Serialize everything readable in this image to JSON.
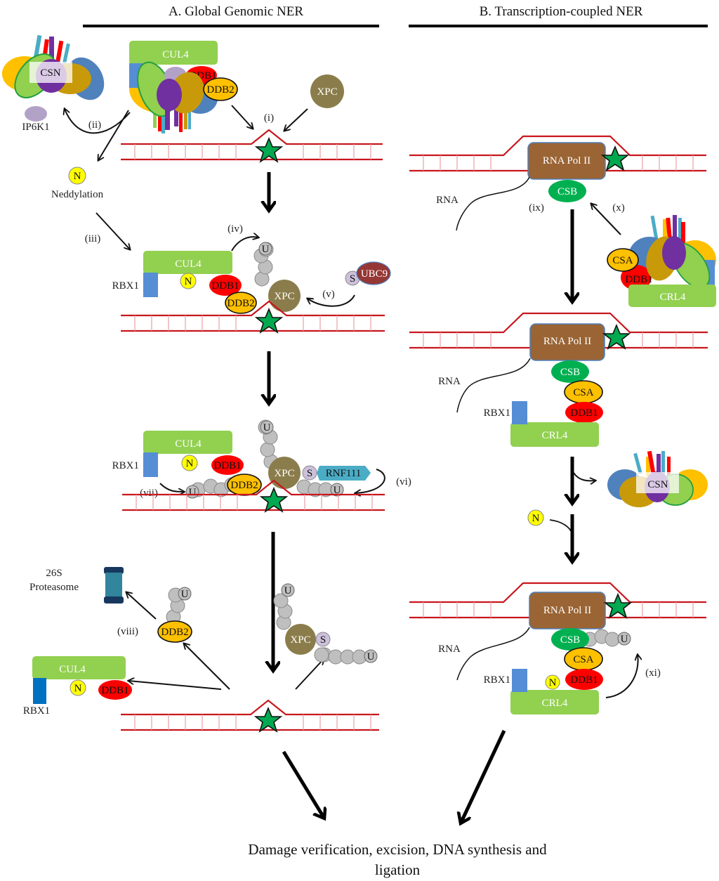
{
  "panels": {
    "a": {
      "title": "A. Global Genomic NER"
    },
    "b": {
      "title": "B. Transcription-coupled NER"
    }
  },
  "proteins": {
    "cul4": "CUL4",
    "crl4": "CRL4",
    "ddb1": "DDB1",
    "ddb2": "DDB2",
    "xpc": "XPC",
    "csn": "CSN",
    "ip6k1": "IP6K1",
    "rbx1": "RBX1",
    "ubc9": "UBC9",
    "rnf111": "RNF111",
    "rnapol": "RNA Pol II",
    "csb": "CSB",
    "csa": "CSA",
    "nedd8": "N",
    "sumo": "S",
    "ubiquitin": "U",
    "rna": "RNA"
  },
  "labels": {
    "neddylation": "Neddylation",
    "proteasome_line1": "26S",
    "proteasome_line2": "Proteasome"
  },
  "steps": {
    "i": "(i)",
    "ii": "(ii)",
    "iii": "(iii)",
    "iv": "(iv)",
    "v": "(v)",
    "vi": "(vi)",
    "vii": "(vii)",
    "viii": "(viii)",
    "ix": "(ix)",
    "x": "(x)",
    "xi": "(xi)"
  },
  "final_outcome": {
    "line1": "Damage verification, excision, DNA synthesis and",
    "line2": "ligation"
  },
  "colors": {
    "cul4_green": "#92d050",
    "ddb1_red": "#ff0000",
    "ddb2_orange": "#ffc000",
    "xpc_olive": "#8b7d4b",
    "rnapol_brown": "#9a6434",
    "csb_green": "#00b050",
    "rbx1_blue": "#558ed5",
    "dna_red": "#c8161d",
    "lesion_star": "#00a94f",
    "ubiquitin_grey": "#bfbfbf",
    "ubc9_maroon": "#953735",
    "rnf111_teal": "#4bacc6",
    "proteasome_navy": "#17375e",
    "proteasome_teal": "#31859c"
  }
}
